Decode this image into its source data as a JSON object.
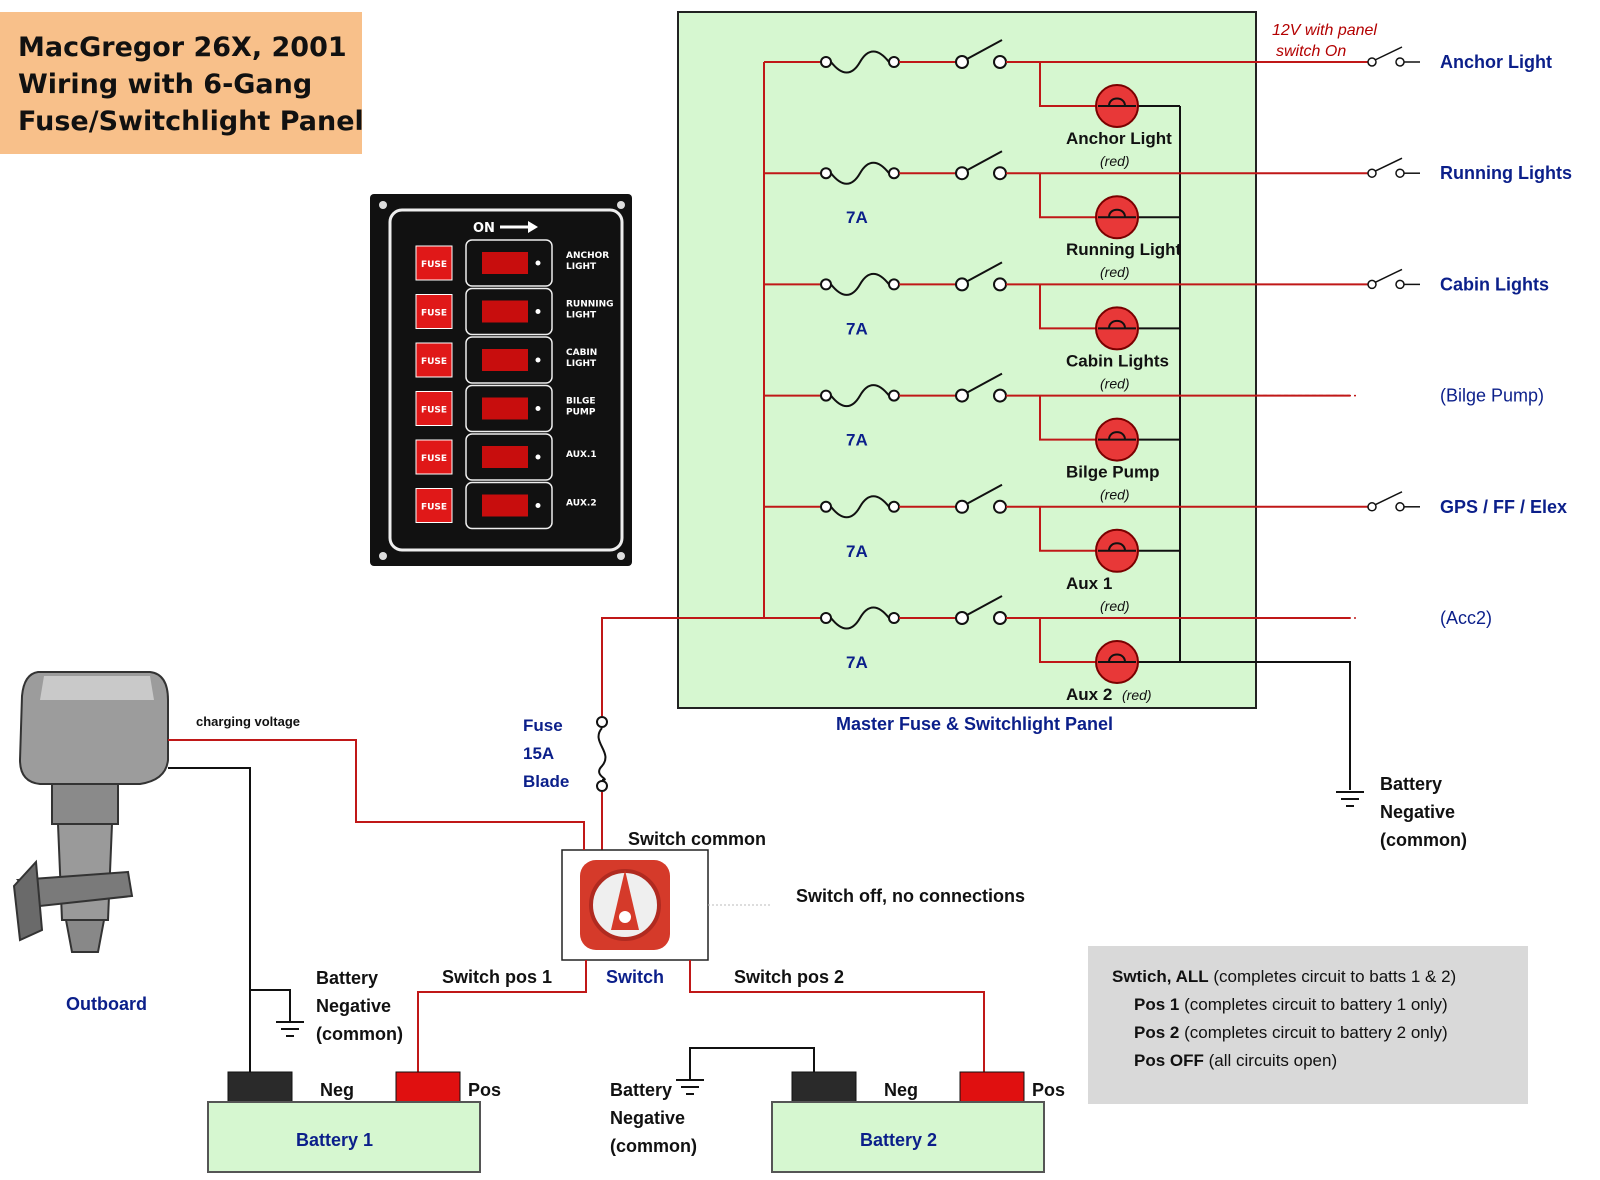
{
  "title": {
    "line1": "MacGregor 26X, 2001",
    "line2": "Wiring with 6-Gang",
    "line3": "Fuse/Switchlight Panel",
    "bg_color": "#f8c08a"
  },
  "photo_panel": {
    "on_label": "ON",
    "fuse_label": "FUSE",
    "rows": [
      {
        "label1": "ANCHOR",
        "label2": "LIGHT"
      },
      {
        "label1": "RUNNING",
        "label2": "LIGHT"
      },
      {
        "label1": "CABIN",
        "label2": "LIGHT"
      },
      {
        "label1": "BILGE",
        "label2": "PUMP"
      },
      {
        "label1": "AUX.1",
        "label2": ""
      },
      {
        "label1": "AUX.2",
        "label2": ""
      }
    ]
  },
  "master_panel": {
    "caption": "Master Fuse & Switchlight Panel",
    "note_line1": "12V with panel",
    "note_line2": "switch On",
    "bg_color": "#d6f7d0",
    "circuits": [
      {
        "fuse": "",
        "lamp": "Anchor Light",
        "lamp_note": "(red)",
        "output": "Anchor Light",
        "output_style": "bold",
        "output_type": "switch"
      },
      {
        "fuse": "7A",
        "lamp": "Running Light",
        "lamp_note": "(red)",
        "output": "Running Lights",
        "output_style": "bold",
        "output_type": "switch"
      },
      {
        "fuse": "7A",
        "lamp": "Cabin Lights",
        "lamp_note": "(red)",
        "output": "Cabin Lights",
        "output_style": "bold",
        "output_type": "switch"
      },
      {
        "fuse": "7A",
        "lamp": "Bilge Pump",
        "lamp_note": "(red)",
        "output": "(Bilge Pump)",
        "output_style": "normal",
        "output_type": "dashed"
      },
      {
        "fuse": "7A",
        "lamp": "Aux 1",
        "lamp_note": "(red)",
        "output": "GPS / FF / Elex",
        "output_style": "bold",
        "output_type": "switch"
      },
      {
        "fuse": "7A",
        "lamp": "Aux 2",
        "lamp_note": "(red)",
        "output": "(Acc2)",
        "output_style": "normal",
        "output_type": "dashed"
      }
    ]
  },
  "labels": {
    "fuse_main": [
      "Fuse",
      "15A",
      "Blade"
    ],
    "switch_common": "Switch common",
    "switch_off": "Switch off, no connections",
    "switch": "Switch",
    "switch_pos1": "Switch pos 1",
    "switch_pos2": "Switch pos 2",
    "charging_voltage": "charging voltage",
    "outboard": "Outboard",
    "battery_neg_left": [
      "Battery",
      "Negative",
      "(common)"
    ],
    "battery_neg_mid": [
      "Battery",
      "Negative",
      "(common)"
    ],
    "battery_neg_right": [
      "Battery",
      "Negative",
      "(common)"
    ],
    "battery1": "Battery 1",
    "battery2": "Battery 2",
    "neg": "Neg",
    "pos": "Pos"
  },
  "legend": {
    "lines": [
      {
        "bold": "Swtich, ALL",
        "text": " (completes circuit to batts 1 & 2)"
      },
      {
        "bold": "Pos 1",
        "text": " (completes circuit to battery 1 only)"
      },
      {
        "bold": "Pos 2",
        "text": " (completes circuit to battery 2 only)"
      },
      {
        "bold": "Pos OFF",
        "text": " (all circuits open)"
      }
    ],
    "bg_color": "#d9d9d9"
  },
  "colors": {
    "wire_positive": "#c01818",
    "wire_negative": "#111111",
    "label_blue": "#0b1f8a",
    "battery_fill": "#d6f7d0",
    "terminal_red": "#e01010",
    "terminal_black": "#2a2a2a",
    "lamp_red": "#e83838"
  }
}
